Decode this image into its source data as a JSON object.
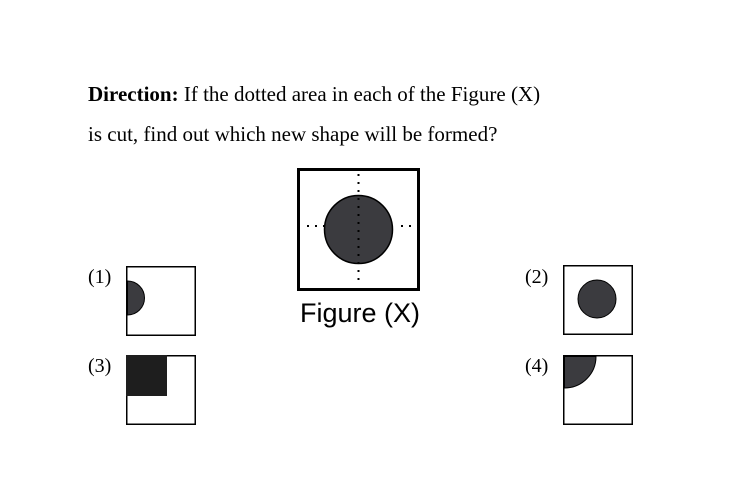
{
  "question": {
    "direction_label": "Direction:",
    "line1": "If the dotted area in each of the Figure (X)",
    "line2": "is cut, find out which new shape will be formed?"
  },
  "figure": {
    "caption": "Figure (X)"
  },
  "options": [
    {
      "label": "(1)",
      "shape": "half-circle-left"
    },
    {
      "label": "(2)",
      "shape": "circle-center"
    },
    {
      "label": "(3)",
      "shape": "square-top-left"
    },
    {
      "label": "(4)",
      "shape": "quarter-circle-top-left"
    }
  ],
  "colors": {
    "shape_fill": "#3b3b3f",
    "square_fill": "#1e1e1e",
    "border": "#000000"
  }
}
